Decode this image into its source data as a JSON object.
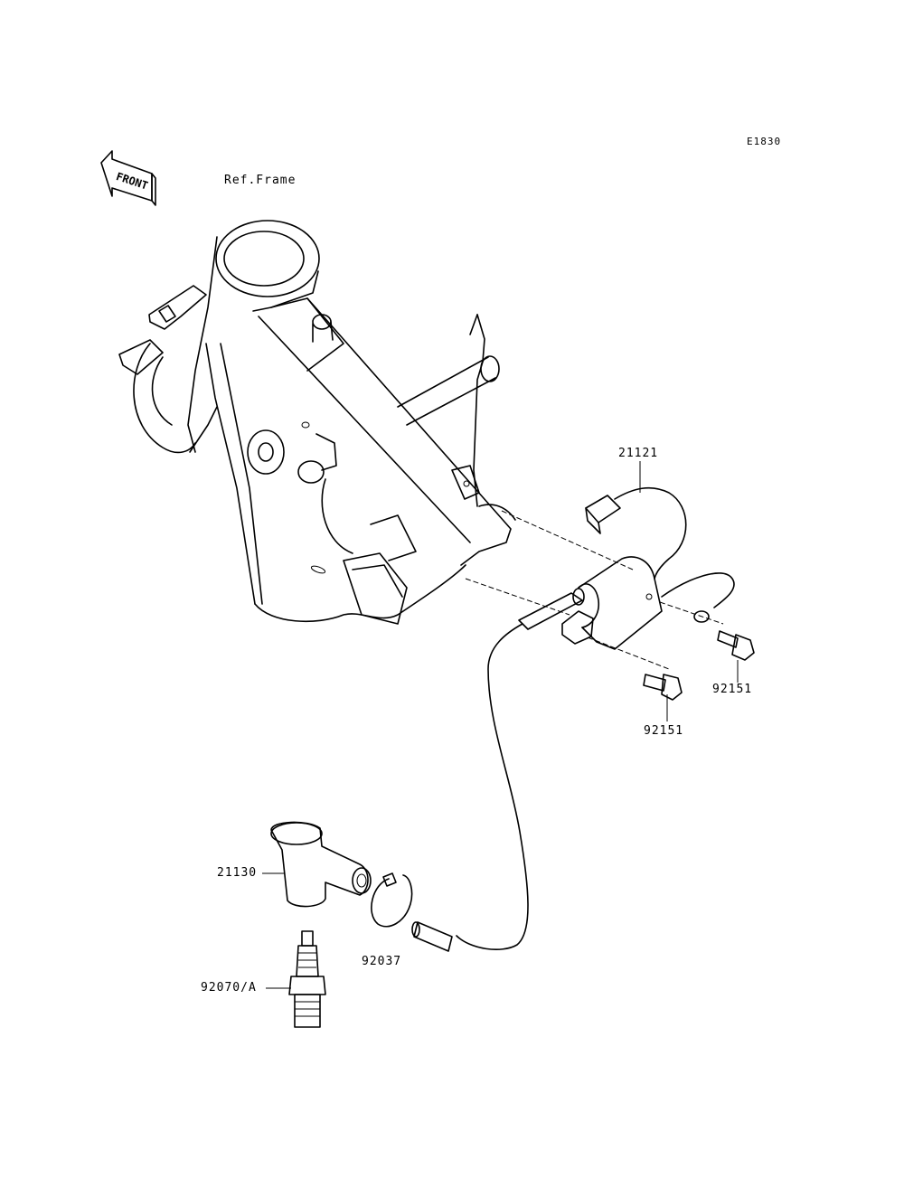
{
  "diagram_code": "E1830",
  "ref_label": "Ref.Frame",
  "front_label": "FRONT",
  "parts": {
    "coil": "21121",
    "cap": "21130",
    "clamp": "92037",
    "plug": "92070/A",
    "bolt_upper": "92151",
    "bolt_lower": "92151"
  }
}
